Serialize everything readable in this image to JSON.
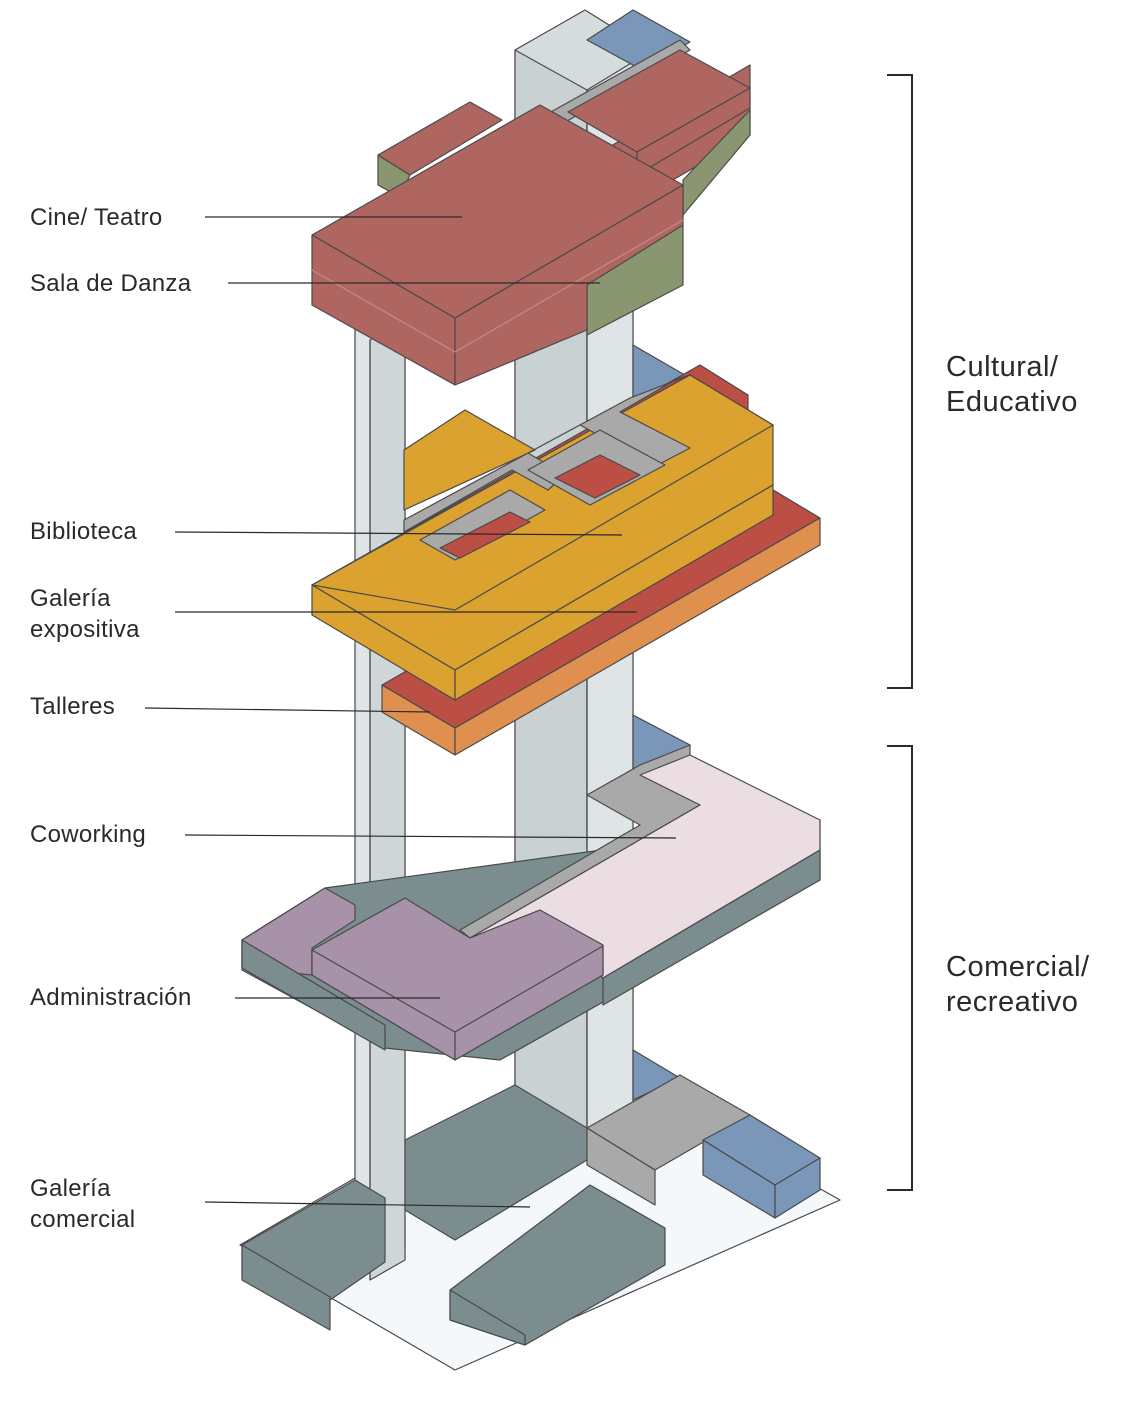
{
  "colors": {
    "teatro": "#b06660",
    "danza": "#8a9670",
    "biblioteca": "#dca22f",
    "galeria_expositiva": "#bb4e45",
    "talleres": "#e0904e",
    "coworking": "#ebdde1",
    "administracion": "#a892aa",
    "galeria_comercial": "#7b8d8f",
    "circulacion": "#a9a9a9",
    "nucleo": "#d8dfe0",
    "servicios": "#7a97b9",
    "base": "#f4f8fb"
  },
  "labels": {
    "cine_teatro": "Cine/ Teatro",
    "sala_danza": "Sala de Danza",
    "biblioteca": "Biblioteca",
    "galeria_expositiva": [
      "Galería",
      "expositiva"
    ],
    "talleres": "Talleres",
    "coworking": "Coworking",
    "administracion": "Administración",
    "galeria_comercial": [
      "Galería",
      "comercial"
    ]
  },
  "groups": {
    "cultural": [
      "Cultural/",
      "Educativo"
    ],
    "comercial": [
      "Comercial/",
      "recreativo"
    ]
  }
}
